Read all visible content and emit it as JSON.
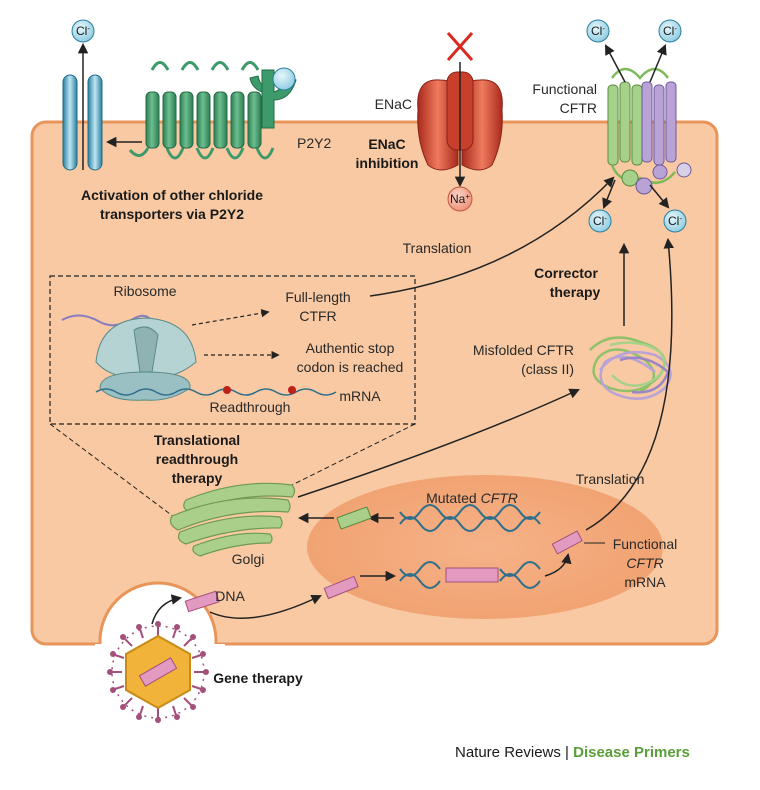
{
  "ions": {
    "cl": "Cl-",
    "na": "Na+"
  },
  "labels": {
    "p2y2": "P2Y2",
    "activation_line1": "Activation of other chloride",
    "activation_line2": "transporters via P2Y2",
    "enac": "ENaC",
    "enac_inhibition_line1": "ENaC",
    "enac_inhibition_line2": "inhibition",
    "functional_cftr_line1": "Functional",
    "functional_cftr_line2": "CFTR",
    "translation_top": "Translation",
    "corrector_line1": "Corrector",
    "corrector_line2": "therapy",
    "ribosome": "Ribosome",
    "fulllength_line1": "Full-length",
    "fulllength_line2": "CTFR",
    "stop_line1": "Authentic stop",
    "stop_line2": "codon is reached",
    "readthrough": "Readthrough",
    "mrna": "mRNA",
    "misfolded_line1": "Misfolded CFTR",
    "misfolded_line2": "(class II)",
    "translational_line1": "Translational",
    "translational_line2": "readthrough",
    "translational_line3": "therapy",
    "translation_bottom": "Translation",
    "mutated_prefix": "Mutated ",
    "mutated_gene": "CFTR",
    "golgi": "Golgi",
    "functional_mrna_line1": "Functional",
    "functional_mrna_line2": "CFTR",
    "functional_mrna_line3": "mRNA",
    "dna": "DNA",
    "gene_therapy": "Gene therapy"
  },
  "credit": {
    "publisher": "Nature Reviews",
    "separator": " | ",
    "series": "Disease Primers"
  },
  "colors": {
    "cell_fill": "#f8c8a0",
    "cell_stroke": "#e8955a",
    "nucleus": "#f2a97a",
    "p2y2_green": "#3d9a6a",
    "enac_red": "#d8452f",
    "chloride_ion": "#9fd3e6",
    "sodium_ion": "#f4a58e",
    "golgi_green": "#a9cf8a",
    "dna_blue": "#2f6f8c",
    "cftr_pink": "#e39ac0",
    "cftr_purple": "#b9a3d6",
    "brand_green": "#5a9e3a"
  }
}
